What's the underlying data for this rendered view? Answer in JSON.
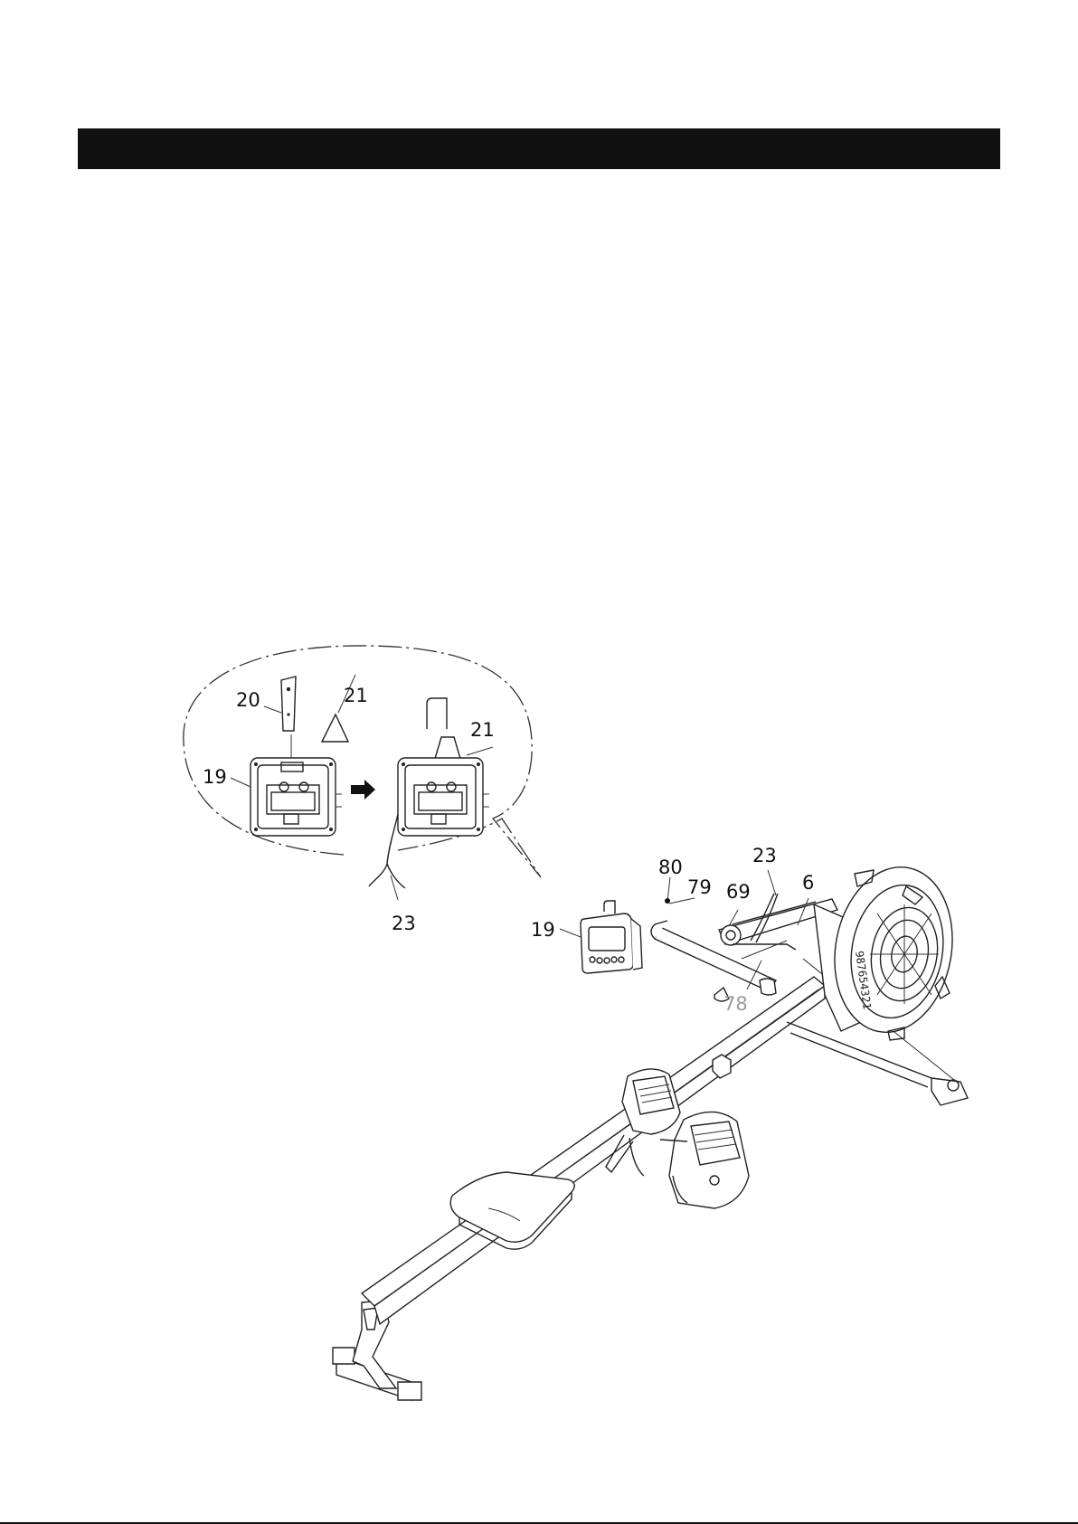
{
  "header": {
    "title": ""
  },
  "labels": {
    "detail_inset": {
      "p20": "20",
      "p21a": "21",
      "p21b": "21",
      "p19": "19",
      "p23": "23"
    },
    "main": {
      "p80": "80",
      "p79": "79",
      "p69": "69",
      "p23": "23",
      "p6": "6",
      "p19": "19",
      "p78": "78"
    },
    "serial_text": "987654321"
  }
}
